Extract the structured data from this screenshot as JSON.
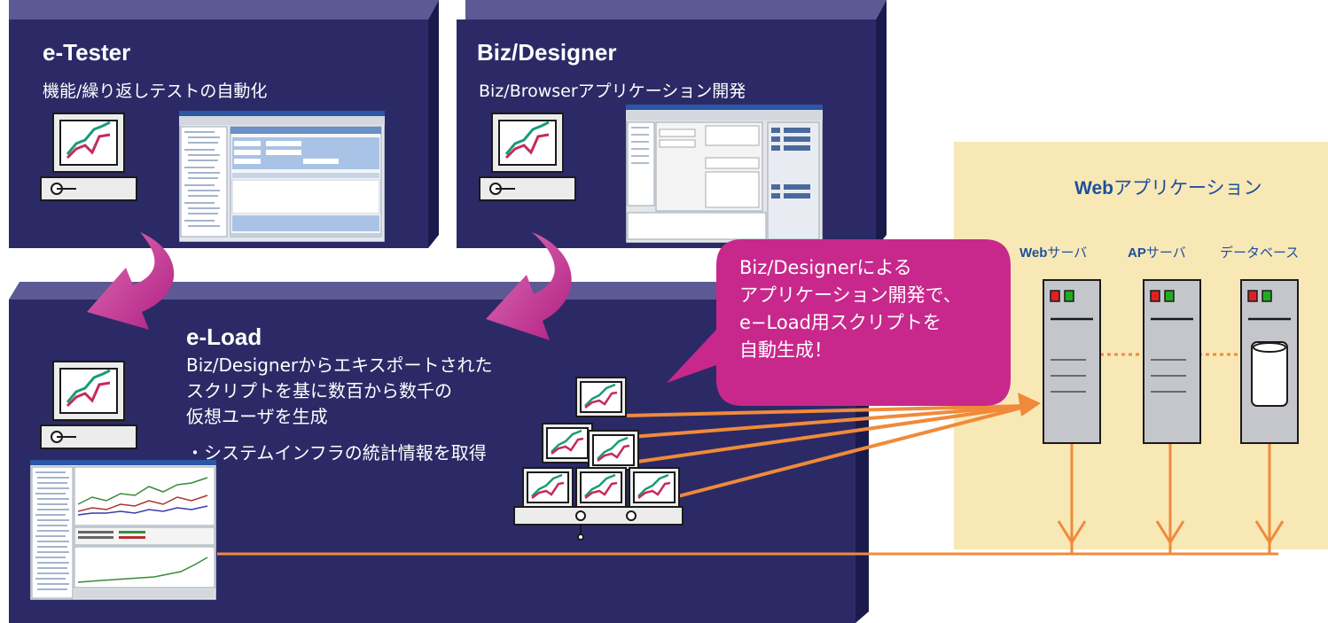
{
  "etester": {
    "title": "e-Tester",
    "subtitle": "機能/繰り返しテストの自動化"
  },
  "bizdesigner": {
    "title": "Biz/Designer",
    "subtitle": "Biz/Browserアプリケーション開発"
  },
  "eload": {
    "title": "e-Load",
    "lines": [
      "Biz/Designerからエキスポートされた",
      "スクリプトを基に数百から数千の",
      "仮想ユーザを生成",
      "・システムインフラの統計情報を取得"
    ]
  },
  "callout": {
    "lines": [
      "Biz/Designerによる",
      "アプリケーション開発で、",
      "e−Load用スクリプトを",
      "自動生成！"
    ]
  },
  "webapp": {
    "title_bold": "Web",
    "title_rest": "アプリケーション",
    "servers": [
      {
        "bold": "Web",
        "rest": "サーバ"
      },
      {
        "bold": "AP",
        "rest": "サーバ"
      },
      {
        "bold": "",
        "rest": "データベース"
      }
    ]
  },
  "colors": {
    "panel": "#2b2a66",
    "webapp_bg": "#f8e8b6",
    "magenta": "#c8288c",
    "arrow": "#f08a3a",
    "label_blue": "#1e4f9c"
  }
}
